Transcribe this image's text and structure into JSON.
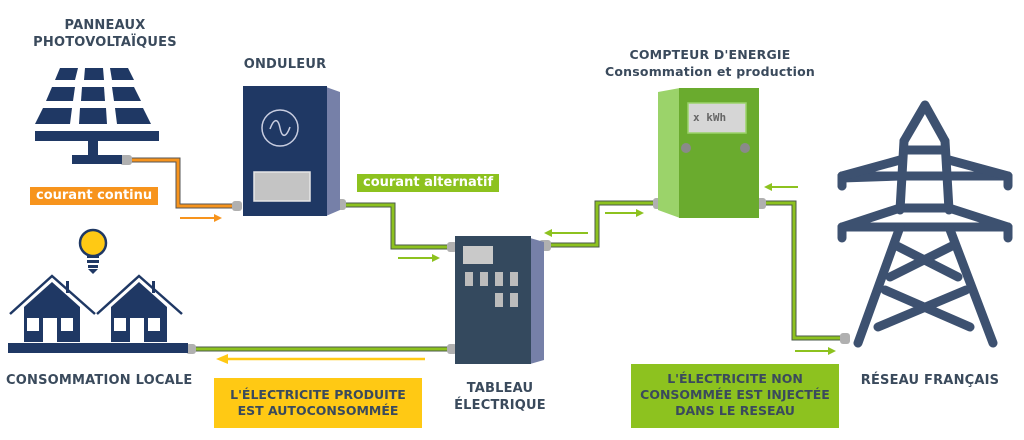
{
  "components": {
    "panels": {
      "label_line1": "PANNEAUX",
      "label_line2": "PHOTOVOLTAÏQUES"
    },
    "inverter": {
      "label": "ONDULEUR"
    },
    "meter": {
      "label_line1": "COMPTEUR D'ENERGIE",
      "label_line2": "Consommation et production",
      "display": "x kWh"
    },
    "grid": {
      "label": "RÉSEAU FRANÇAIS"
    },
    "local": {
      "label": "CONSOMMATION LOCALE"
    },
    "panel_board": {
      "label_line1": "TABLEAU",
      "label_line2": "ÉLECTRIQUE"
    }
  },
  "tags": {
    "dc": "courant continu",
    "ac": "courant alternatif"
  },
  "notes": {
    "self_consumed_line1": "L'ÉLECTRICITE PRODUITE",
    "self_consumed_line2": "EST AUTOCONSOMMÉE",
    "injected_line1": "L'ÉLECTRICITE NON",
    "injected_line2": "CONSOMMÉE EST INJECTÉE",
    "injected_line3": "DANS LE RESEAU"
  },
  "colors": {
    "navy": "#1f3864",
    "slate": "#3a4a5c",
    "orange": "#f7941d",
    "green": "#8dc21f",
    "yellow": "#ffc914",
    "meter_green": "#6aab2e",
    "board": "#34495e",
    "pylon": "#3d5170"
  }
}
